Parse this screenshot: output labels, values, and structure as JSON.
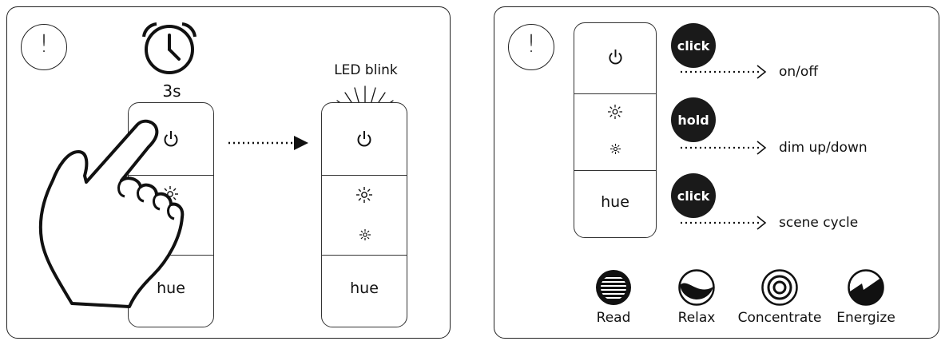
{
  "left_panel": {
    "alert_symbol": "!",
    "timer_label": "3s",
    "led_label": "LED blink",
    "remote_before": {
      "brand_label": "hue"
    },
    "remote_after": {
      "brand_label": "hue"
    }
  },
  "right_panel": {
    "alert_symbol": "!",
    "remote": {
      "brand_label": "hue"
    },
    "actions": [
      {
        "badge": "click",
        "result": "on/off"
      },
      {
        "badge": "hold",
        "result": "dim up/down"
      },
      {
        "badge": "click",
        "result": "scene cycle"
      }
    ],
    "scenes": [
      {
        "label": "Read",
        "icon": "read-scene-icon"
      },
      {
        "label": "Relax",
        "icon": "relax-scene-icon"
      },
      {
        "label": "Concentrate",
        "icon": "concentrate-scene-icon"
      },
      {
        "label": "Energize",
        "icon": "energize-scene-icon"
      }
    ]
  },
  "icons": {
    "alert": "exclamation-circle-icon",
    "alarm": "alarm-clock-icon",
    "hand": "pointing-hand-icon",
    "power": "power-icon",
    "brightness_up": "sun-large-icon",
    "brightness_down": "sun-small-icon"
  },
  "colors": {
    "ink": "#111111",
    "badge": "#1a1a1a",
    "background": "#ffffff"
  }
}
